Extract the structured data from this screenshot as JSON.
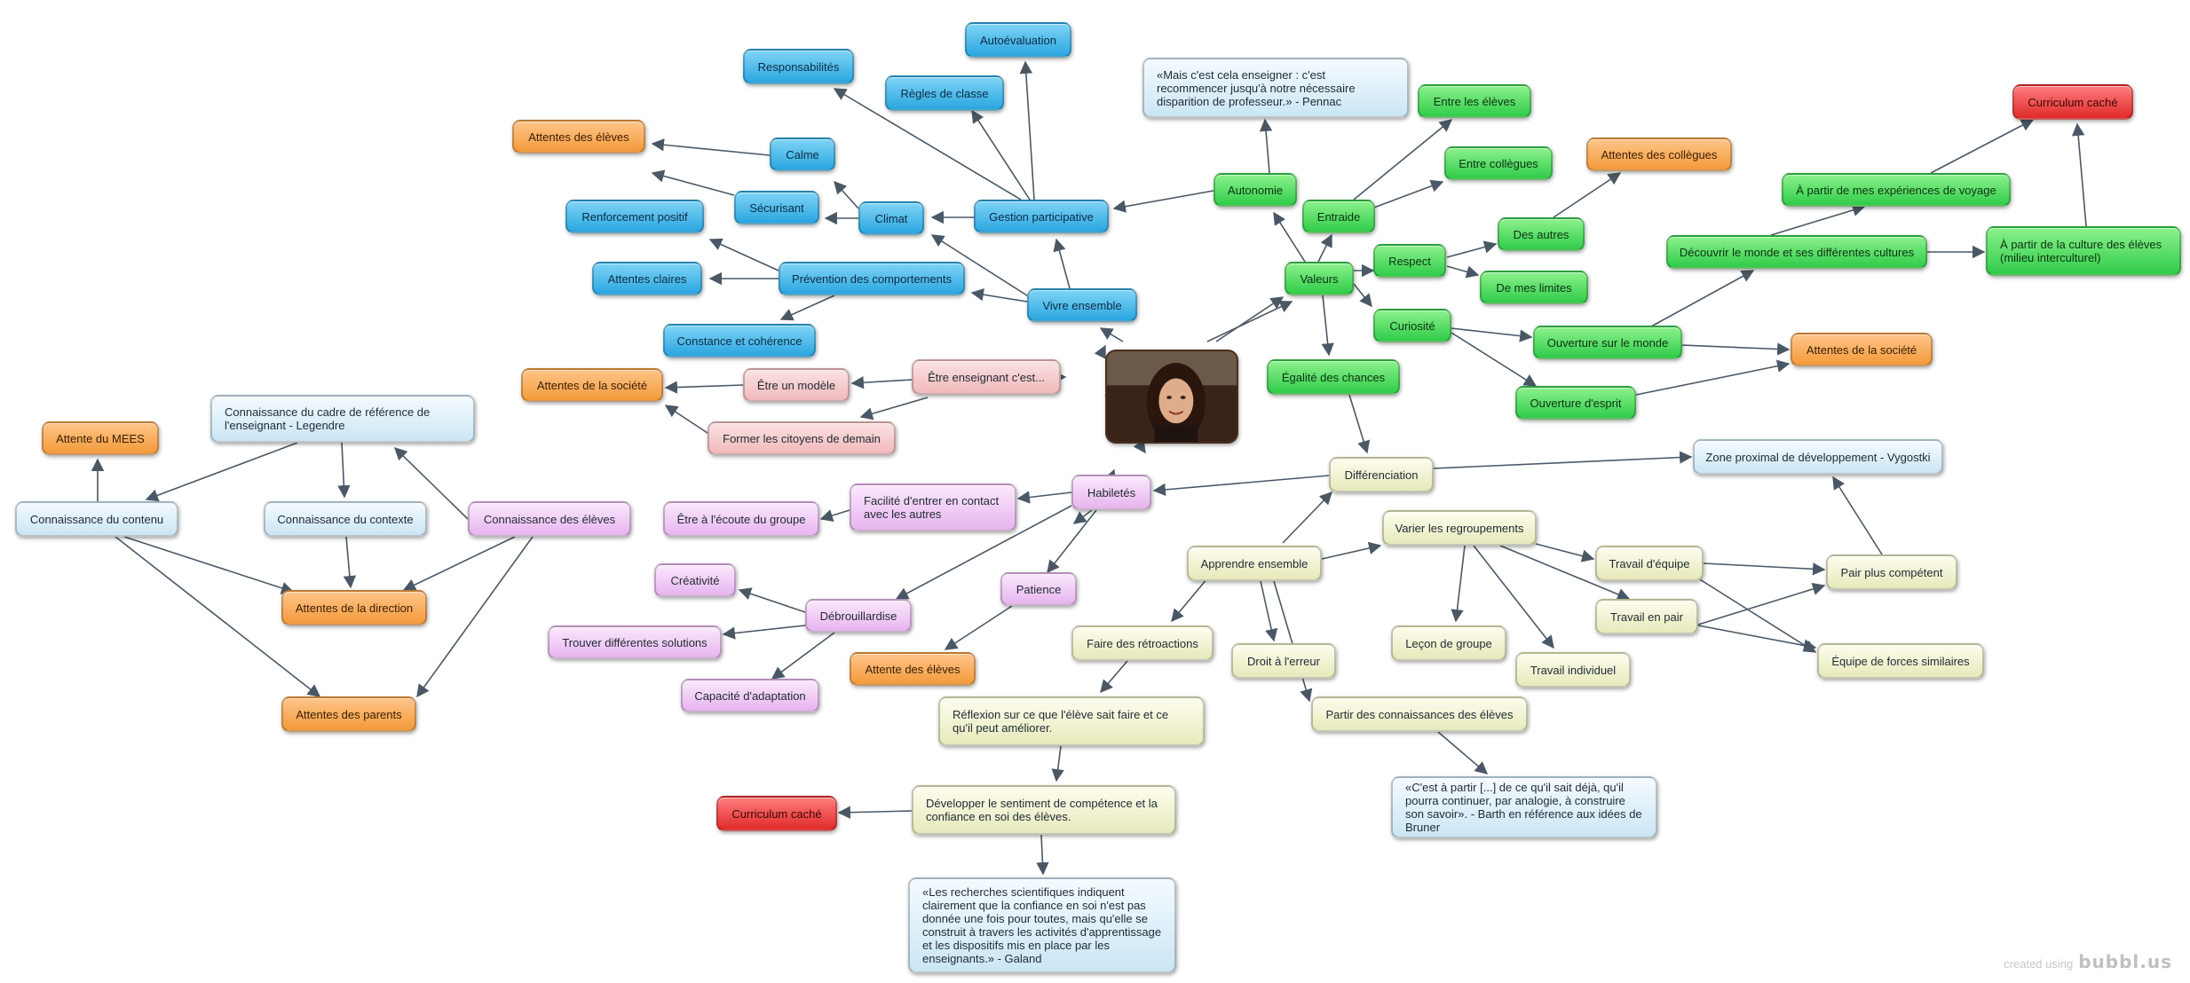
{
  "colors": {
    "blue": "#2aa6e0",
    "green": "#30cc4a",
    "orange": "#f39a3a",
    "red": "#e02a2a",
    "lightblue": "#cbe6f4",
    "pink": "#f1b9bb",
    "purple": "#e7b4ef",
    "yellow": "#e7e9bb",
    "edge": "#4a5866"
  },
  "center": {
    "name": "central-photo",
    "icon": "portrait-photo"
  },
  "nodes": {
    "autoevaluation": "Autoévaluation",
    "responsabilites": "Responsabilités",
    "regles": "Règles de classe",
    "calme": "Calme",
    "attentes_eleves_top": "Attentes des élèves",
    "securisant": "Sécurisant",
    "climat": "Climat",
    "gestion": "Gestion participative",
    "renforcement": "Renforcement positif",
    "attentes_claires": "Attentes claires",
    "prevention": "Prévention des comportements",
    "vivre": "Vivre ensemble",
    "constance": "Constance et cohérence",
    "pennac": "«Mais c'est cela enseigner : c'est recommencer jusqu'à notre nécessaire disparition de professeur.» - Pennac",
    "autonomie": "Autonomie",
    "entraide": "Entraide",
    "entre_eleves": "Entre les élèves",
    "entre_collegues": "Entre collègues",
    "attentes_collegues": "Attentes des collègues",
    "valeurs": "Valeurs",
    "respect": "Respect",
    "des_autres": "Des autres",
    "limites": "De mes limites",
    "curiosite": "Curiosité",
    "ouverture_monde": "Ouverture sur le monde",
    "ouverture_esprit": "Ouverture d'esprit",
    "attentes_societe_right": "Attentes de la société",
    "decouvrir": "Découvrir le monde et ses différentes cultures",
    "partir_voyage": "À partir de mes expériences de voyage",
    "partir_culture": "À partir de la culture des élèves (milieu interculturel)",
    "curriculum_top": "Curriculum caché",
    "egalite": "Égalité des chances",
    "etre_enseignant": "Être enseignant c'est...",
    "etre_modele": "Être un modèle",
    "attentes_societe_left": "Attentes de la société",
    "former": "Former les citoyens de demain",
    "legendre": "Connaissance du cadre de référence de l'enseignant - Legendre",
    "attente_mees": "Attente du MEES",
    "conn_contenu": "Connaissance du contenu",
    "conn_contexte": "Connaissance du contexte",
    "conn_eleves": "Connaissance des élèves",
    "attentes_direction": "Attentes de la direction",
    "attentes_parents": "Attentes des parents",
    "ecoute": "Être à l'écoute du groupe",
    "facilite": "Facilité d'entrer en contact avec les autres",
    "habiletes": "Habiletés",
    "creativite": "Créativité",
    "debrouillardise": "Débrouillardise",
    "trouver": "Trouver différentes solutions",
    "adaptation": "Capacité d'adaptation",
    "patience": "Patience",
    "attentes_eleves_bottom": "Attente des élèves",
    "differenciation": "Différenciation",
    "vygotski": "Zone proximal de développement - Vygostki",
    "apprendre": "Apprendre ensemble",
    "varier": "Varier les regroupements",
    "travail_equipe": "Travail d'équipe",
    "pair_competent": "Pair plus compétent",
    "travail_pair": "Travail en pair",
    "equipe_forces": "Équipe de forces similaires",
    "lecon": "Leçon de groupe",
    "travail_individuel": "Travail individuel",
    "droit_erreur": "Droit à l'erreur",
    "retroactions": "Faire des rétroactions",
    "reflexion": "Réflexion sur ce que l'élève sait faire et ce qu'il peut améliorer.",
    "partir_connaissances": "Partir des connaissances des élèves",
    "barth": "«C'est à partir [...] de ce qu'il sait déjà, qu'il pourra continuer, par analogie, à construire son savoir». - Barth en référence aux idées de Bruner",
    "developper": "Développer le sentiment de compétence et la confiance en soi des élèves.",
    "curriculum_bottom": "Curriculum caché",
    "galand": "«Les recherches scientifiques indiquent clairement que la confiance en soi n'est pas donnée une fois pour toutes, mais qu'elle se construit à travers les activités d'apprentissage et les dispositifs mis en place par les enseignants.» - Galand"
  },
  "credit": {
    "prefix": "created using",
    "brand": "bubbl.us"
  }
}
